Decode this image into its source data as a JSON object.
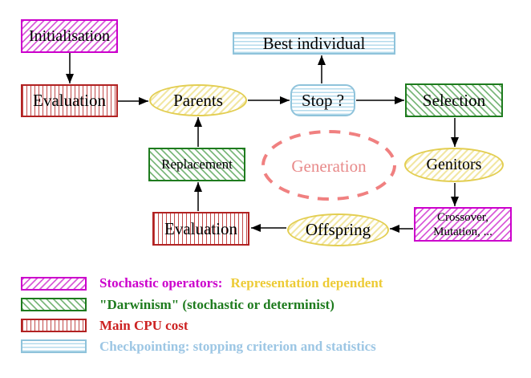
{
  "nodes": {
    "initialisation": "Initialisation",
    "evaluation_top": "Evaluation",
    "parents": "Parents",
    "best_individual": "Best individual",
    "stop": "Stop ?",
    "selection": "Selection",
    "genitors": "Genitors",
    "crossover_line1": "Crossover,",
    "crossover_line2": "Mutation, ...",
    "offspring": "Offspring",
    "evaluation_bottom": "Evaluation",
    "replacement": "Replacement",
    "generation": "Generation"
  },
  "legend": {
    "row1_label": "Stochastic operators:",
    "row1_value": "Representation dependent",
    "row2_label": "\"Darwinism\" (stochastic or determinist)",
    "row3_label": "Main CPU cost",
    "row4_label": "Checkpointing: stopping criterion and statistics"
  },
  "colors": {
    "magenta": "#CC00CC",
    "green": "#1E7B1E",
    "red": "#B22222",
    "cyan_border": "#8FC3DB",
    "yellow_border": "#E3CE52",
    "salmon": "#F08080",
    "legend_yellow": "#EDCB35",
    "legend_cyan": "#9CC6E4",
    "arrow": "#000000"
  }
}
